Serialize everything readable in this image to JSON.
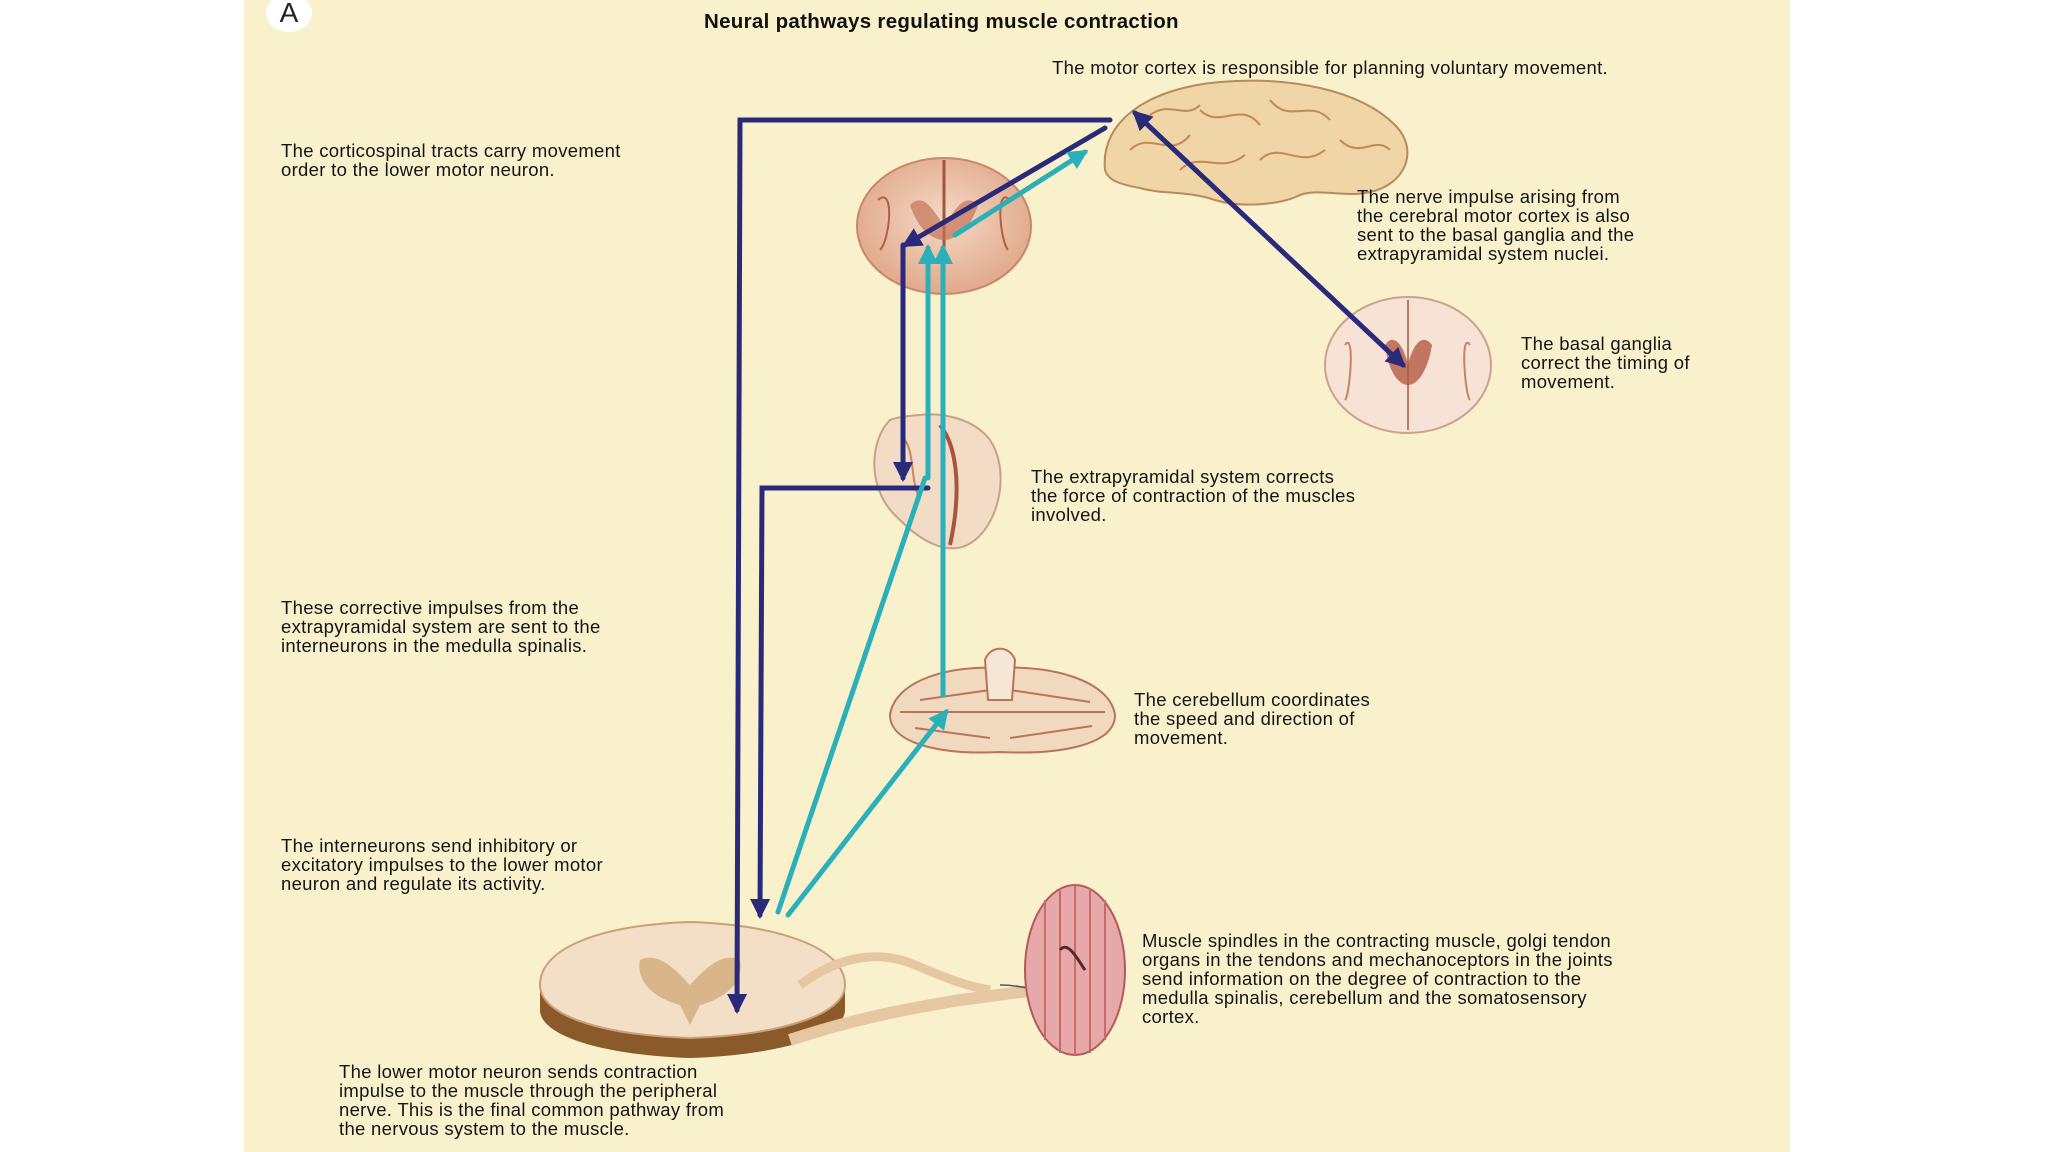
{
  "panel_label": "A",
  "title": "Neural pathways regulating muscle contraction",
  "labels": {
    "motor_cortex": "The motor cortex is responsible for planning voluntary movement.",
    "corticospinal": "The corticospinal tracts carry movement\norder to the lower motor neuron.",
    "nerve_impulse": "The nerve impulse arising from\nthe cerebral motor cortex is also\nsent to the  basal ganglia and the\nextrapyramidal system nuclei.",
    "basal_ganglia": "The basal ganglia\ncorrect the timing of\nmovement.",
    "extrapyramidal": "The extrapyramidal system corrects\nthe force of contraction of the muscles\ninvolved.",
    "corrective": "These corrective impulses from the\nextrapyramidal system are sent to the\ninterneurons in the medulla spinalis.",
    "cerebellum": "The cerebellum coordinates\nthe speed and direction of\nmovement.",
    "interneurons": "The interneurons send inhibitory or\nexcitatory impulses to the lower motor\nneuron and regulate its activity.",
    "muscle_spindles": "Muscle spindles in the contracting muscle, golgi tendon\norgans in the tendons and mechanoceptors in the joints\nsend information on the degree of contraction to the\nmedulla spinalis, cerebellum and the somatosensory\ncortex.",
    "lower_motor_neuron": "The lower motor neuron sends contraction\nimpulse to the muscle through the peripheral\nnerve. This is the final common pathway from\nthe nervous system to the muscle."
  },
  "colors": {
    "background": "#f9f0cc",
    "motor_pathway": "#2a2a7a",
    "sensory_pathway": "#2ab0b8"
  }
}
